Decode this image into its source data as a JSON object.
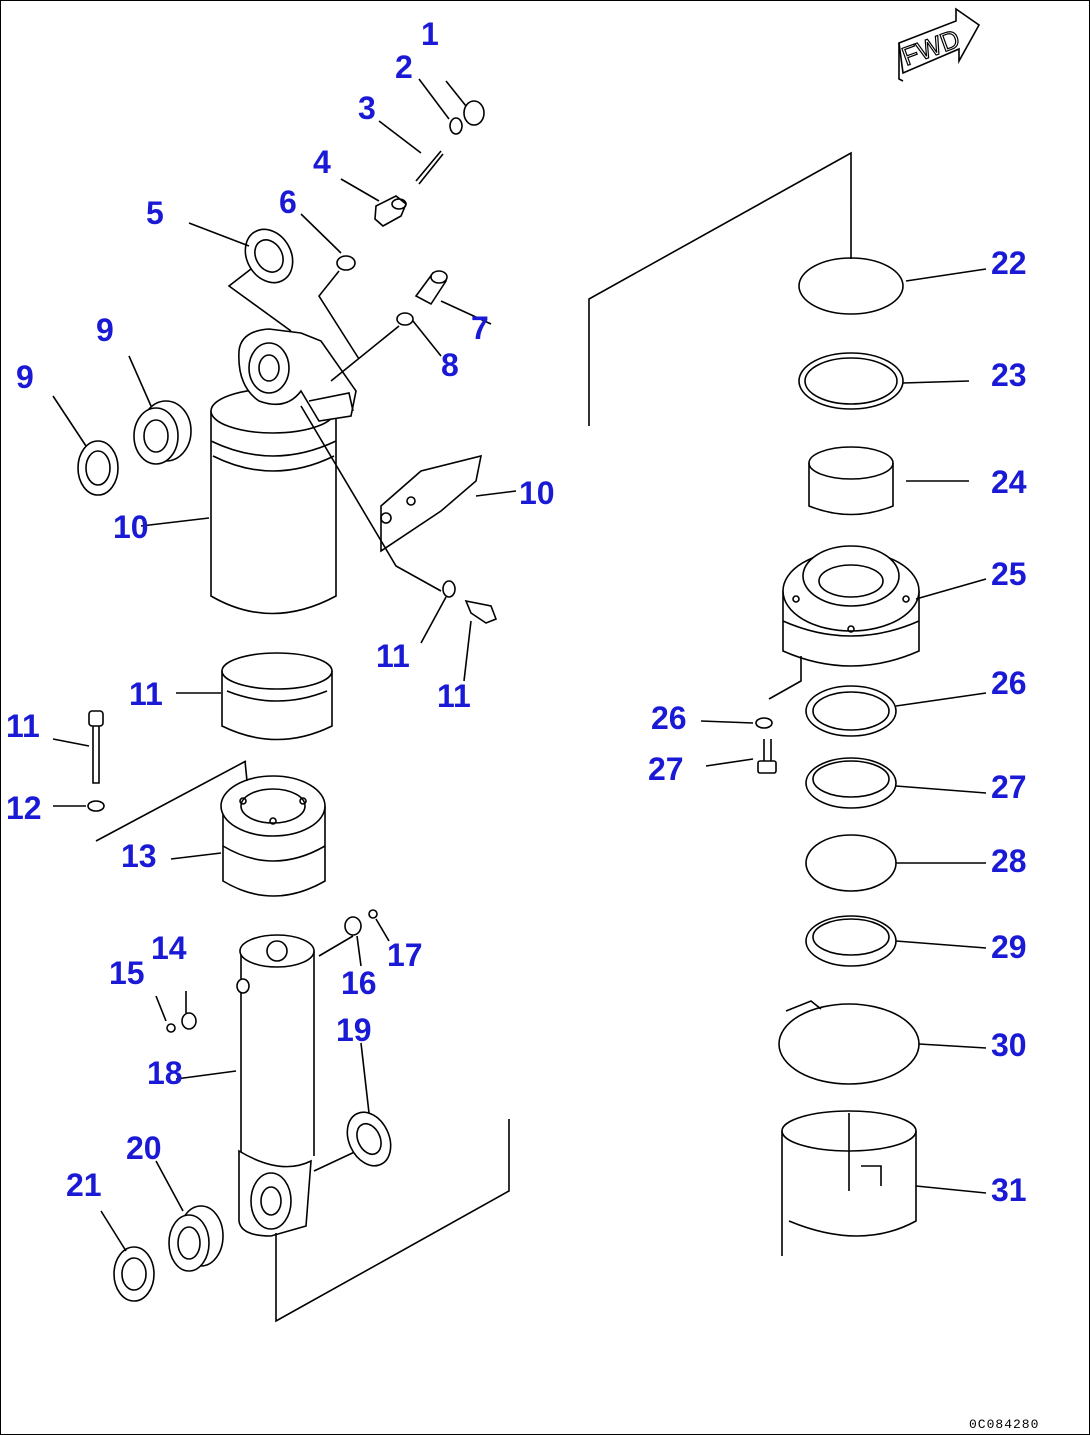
{
  "fwd_marker": "FWD",
  "drawing_code": "0C084280",
  "callouts": [
    "1",
    "2",
    "3",
    "4",
    "5",
    "6",
    "7",
    "8",
    "9",
    "9",
    "10",
    "10",
    "11",
    "11",
    "11",
    "11",
    "12",
    "13",
    "14",
    "15",
    "16",
    "17",
    "18",
    "19",
    "20",
    "21",
    "22",
    "23",
    "24",
    "25",
    "26",
    "26",
    "27",
    "27",
    "28",
    "29",
    "30",
    "31"
  ]
}
